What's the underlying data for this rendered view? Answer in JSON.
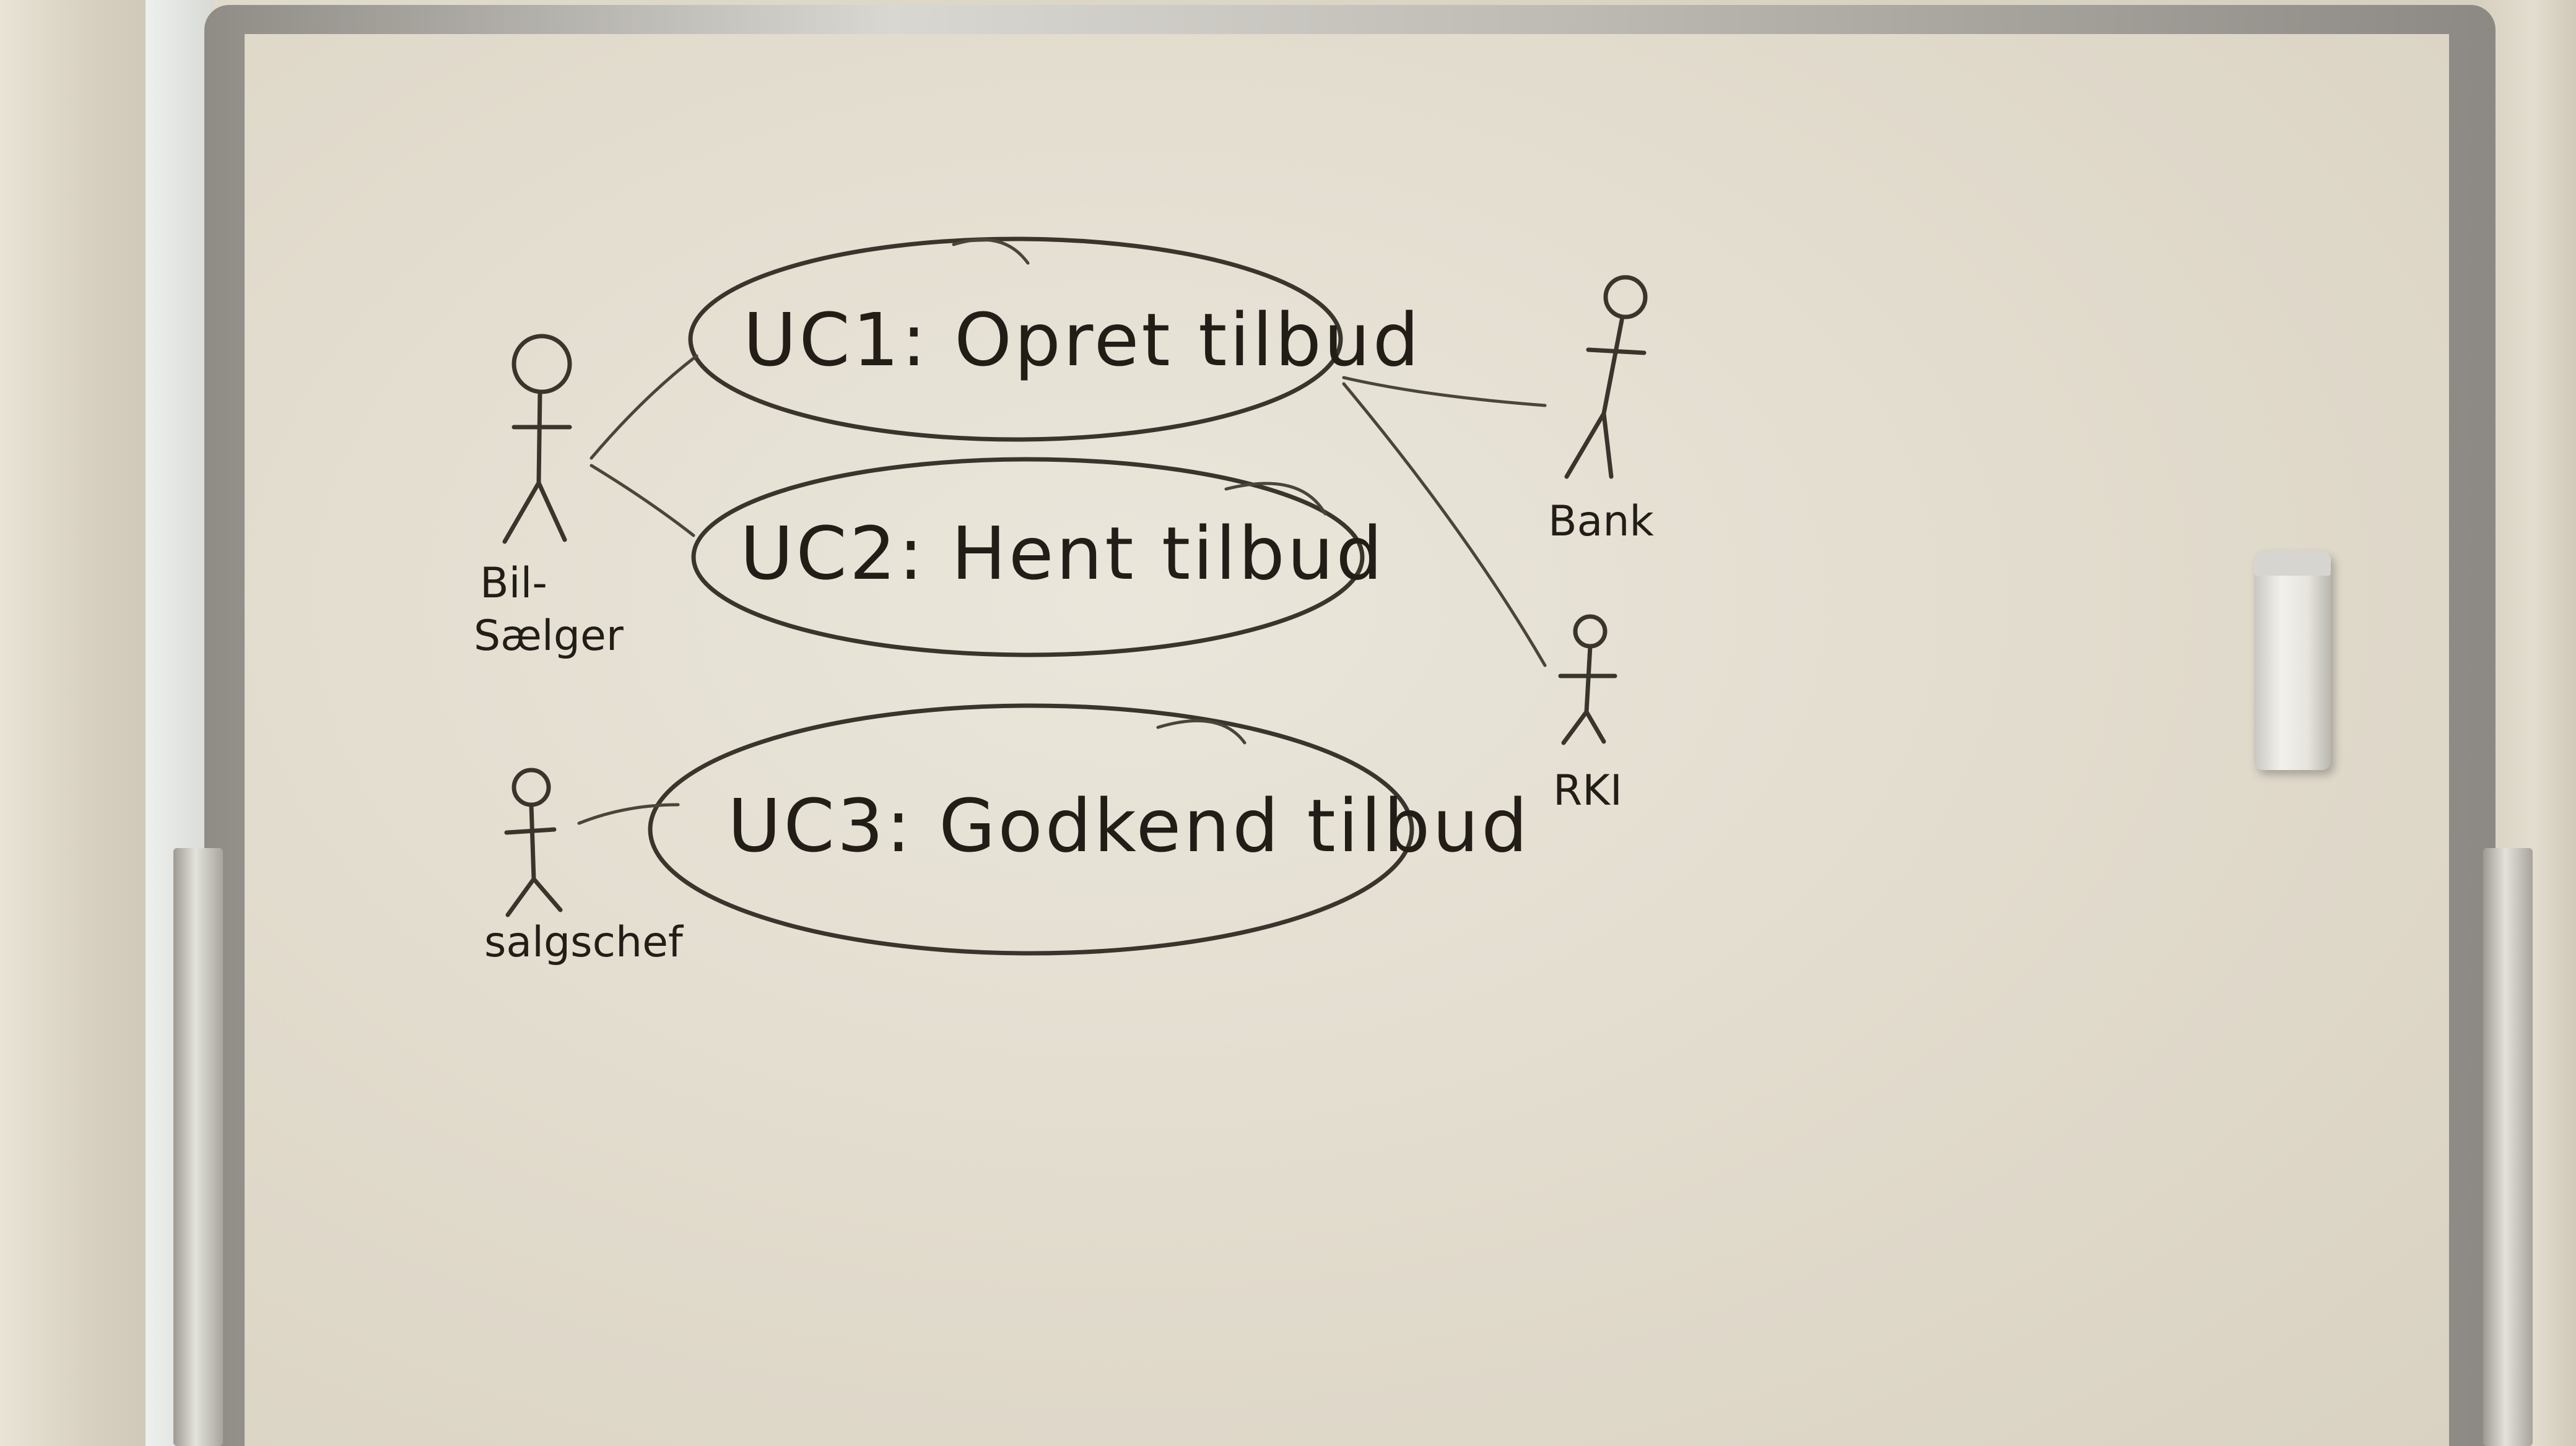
{
  "diagram": {
    "use_cases": [
      {
        "label": "UC1: Opret tilbud"
      },
      {
        "label": "UC2: Hent tilbud"
      },
      {
        "label": "UC3: Godkend tilbud"
      }
    ],
    "actors": [
      {
        "label_line1": "Bil-",
        "label_line2": "Sælger"
      },
      {
        "label": "salgschef"
      },
      {
        "label": "Bank"
      },
      {
        "label": "RKI"
      }
    ]
  },
  "colors": {
    "ink": "#3a352c",
    "board": "#e3ddcf",
    "frame": "#bdbab3"
  }
}
